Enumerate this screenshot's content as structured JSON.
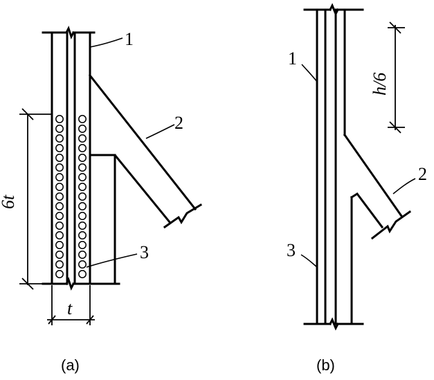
{
  "figure_a": {
    "caption": "(a)",
    "labels": {
      "wall": "1",
      "branch": "2",
      "weld": "3"
    },
    "dimensions": {
      "height": "6t",
      "thickness": "t"
    }
  },
  "figure_b": {
    "caption": "(b)",
    "labels": {
      "wall": "1",
      "branch": "2",
      "weld": "3"
    },
    "dimensions": {
      "offset": "h/6"
    }
  }
}
